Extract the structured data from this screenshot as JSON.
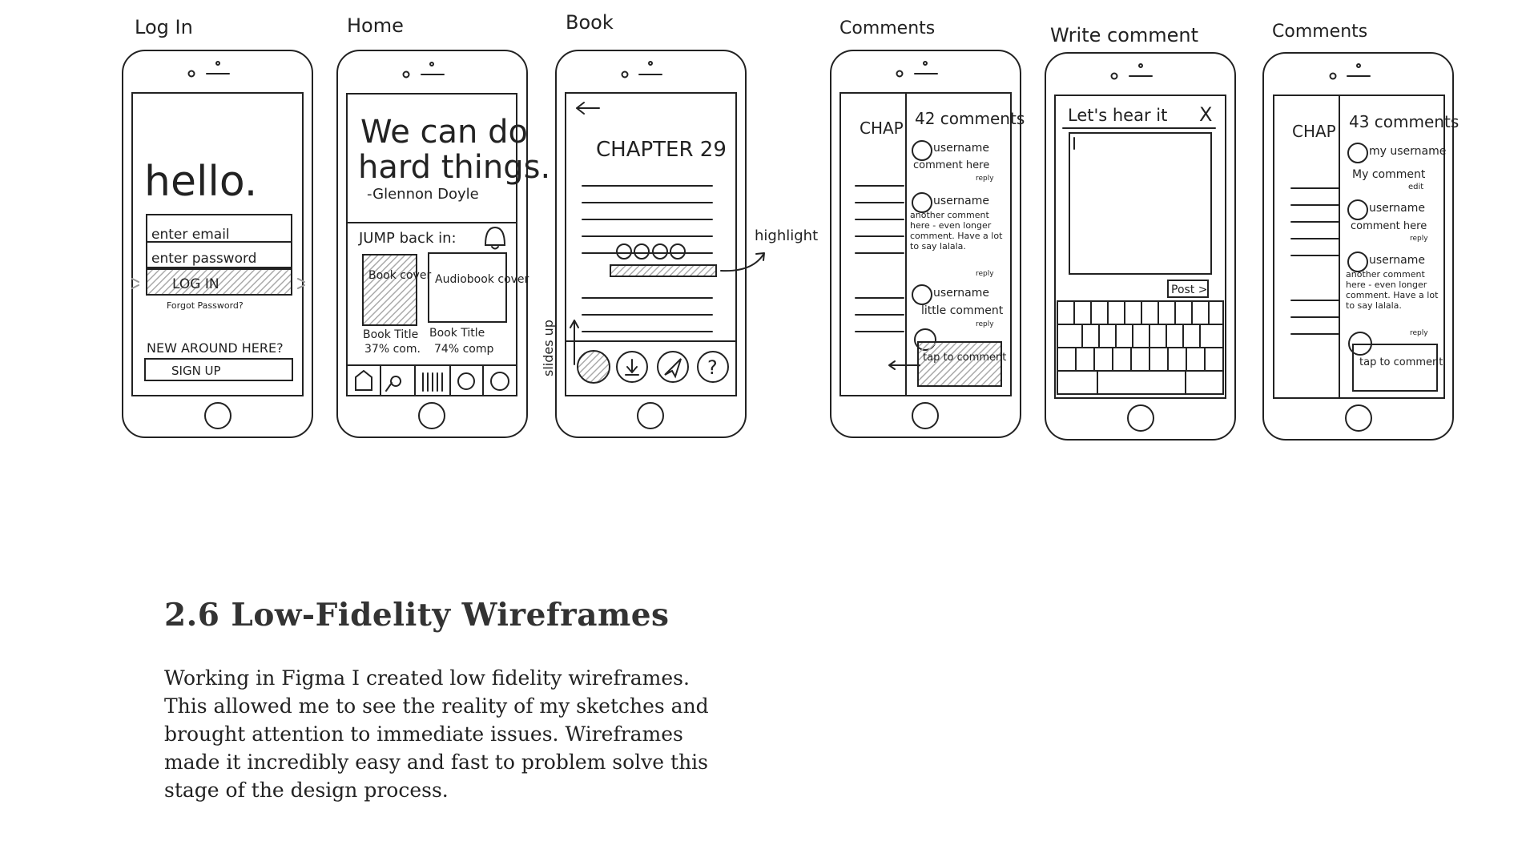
{
  "screens": [
    {
      "title": "Log In"
    },
    {
      "title": "Home"
    },
    {
      "title": "Book"
    },
    {
      "title": "Comments"
    },
    {
      "title": "Write comment"
    },
    {
      "title": "Comments"
    }
  ],
  "login": {
    "greeting": "hello.",
    "email_placeholder": "enter email",
    "password_placeholder": "enter password",
    "login_button": "LOG IN",
    "forgot": "Forgot Password?",
    "new_here": "NEW AROUND HERE?",
    "signup_button": "SIGN UP"
  },
  "home": {
    "quote_line1": "We can do",
    "quote_line2": "hard things.",
    "quote_author": "-Glennon Doyle",
    "jump_back": "JUMP back in:",
    "book_cover": "Book cover",
    "audiobook_cover": "Audiobook cover",
    "book1_title": "Book Title",
    "book1_progress": "37% com.",
    "book2_title": "Book Title",
    "book2_progress": "74% comp",
    "nav_icons": [
      "home-icon",
      "search-icon",
      "library-icon",
      "record-icon",
      "profile-icon"
    ]
  },
  "book": {
    "chapter": "CHAPTER 29",
    "highlight_note": "highlight",
    "slides_note": "slides up",
    "toolbar_icons": [
      "comment-icon",
      "download-icon",
      "send-icon",
      "help-icon"
    ]
  },
  "comments1": {
    "chapter_partial": "CHAP",
    "count": "42 comments",
    "items": [
      {
        "user": "username",
        "text": "comment here",
        "action": "reply"
      },
      {
        "user": "username",
        "text": "another comment here - even longer comment. Have a lot to say lalala.",
        "action": "reply"
      },
      {
        "user": "username",
        "text": "little comment",
        "action": "reply"
      }
    ],
    "tap_to_comment": "tap to comment"
  },
  "write": {
    "heading": "Let's hear it",
    "close": "X",
    "post": "Post >"
  },
  "comments2": {
    "chapter_partial": "CHAP",
    "count": "43 comments",
    "items": [
      {
        "user": "my username",
        "text": "My comment",
        "action": "edit"
      },
      {
        "user": "username",
        "text": "comment here",
        "action": "reply"
      },
      {
        "user": "username",
        "text": "another comment here - even longer comment. Have a lot to say lalala.",
        "action": "reply"
      }
    ],
    "tap_to_comment": "tap to comment"
  },
  "section": {
    "heading": "2.6 Low-Fidelity Wireframes",
    "body_lines": [
      "Working in Figma I created low fidelity wireframes.",
      "This allowed me to see the reality of my sketches and",
      "brought attention to immediate issues. Wireframes",
      "made it incredibly easy and fast to problem solve this",
      "stage of the design process."
    ]
  }
}
